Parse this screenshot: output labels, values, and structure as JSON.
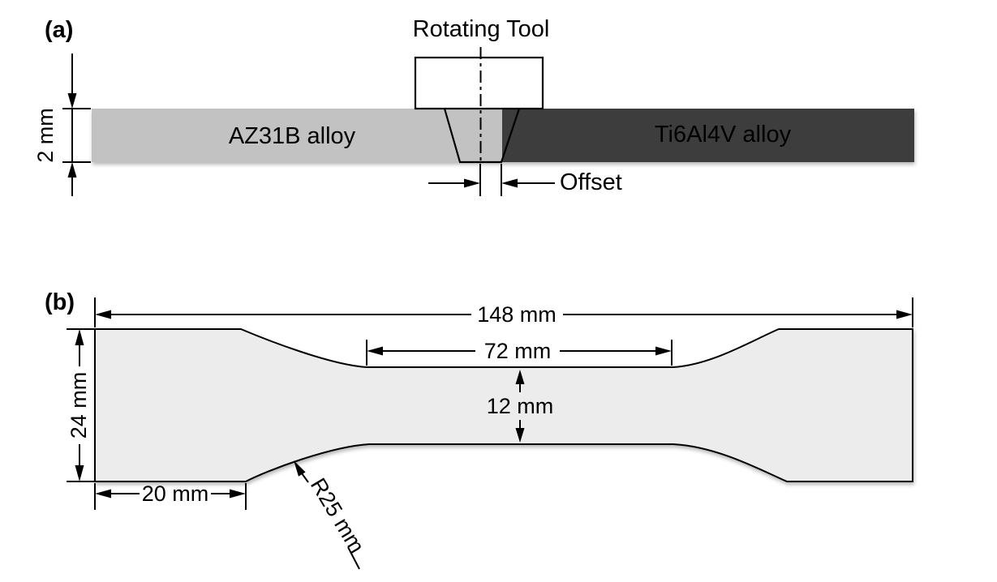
{
  "panel_a": {
    "label": "(a)",
    "tool_label": "Rotating Tool",
    "left_plate": {
      "label": "AZ31B alloy",
      "fill": "#c2c2c2"
    },
    "right_plate": {
      "label": "Ti6Al4V alloy",
      "fill": "#3d3d3d"
    },
    "thickness_label": "2 mm",
    "offset_label": "Offset"
  },
  "panel_b": {
    "label": "(b)",
    "specimen_fill": "#ececec",
    "dimensions": {
      "total_length": "148 mm",
      "gauge_length": "72 mm",
      "grip_width": "24 mm",
      "gauge_width": "12 mm",
      "grip_length": "20 mm",
      "fillet_radius": "R25 mm"
    }
  },
  "colors": {
    "line": "#000000",
    "background": "#ffffff"
  }
}
